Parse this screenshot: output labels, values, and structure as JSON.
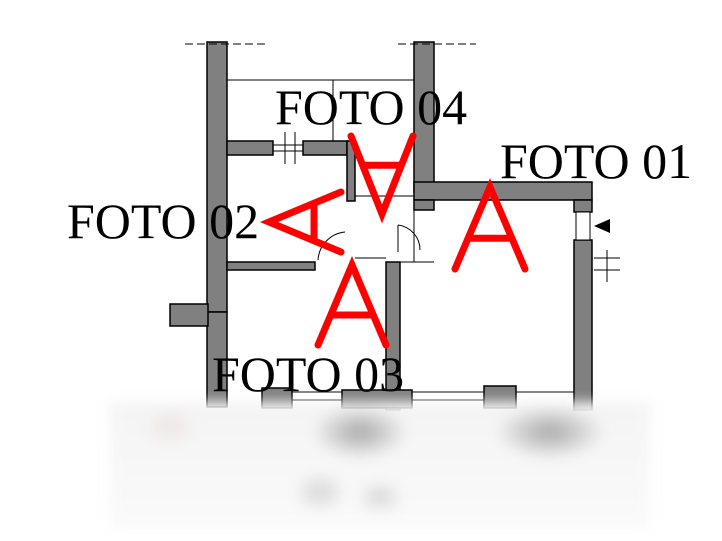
{
  "plan": {
    "labels": {
      "foto_01": "FOTO 01",
      "foto_02": "FOTO 02",
      "foto_03": "FOTO 03",
      "foto_04": "FOTO 04"
    },
    "markers": {
      "glyph": "A",
      "color": "#ff0000"
    },
    "wall_color": "#808080",
    "outline_color": "#000000"
  }
}
